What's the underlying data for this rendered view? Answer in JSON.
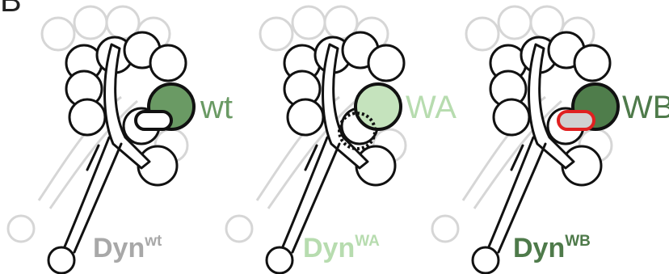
{
  "panel_label": "B",
  "panels": [
    {
      "state_label": "wt",
      "dyn_base": "Dyn",
      "dyn_sup": "wt",
      "state_color": "#6a9a64",
      "dyn_color": "#a8a8a8",
      "domain_fill": "#6a9a64",
      "domain_stroke": "#111111",
      "pill_fill": "#ffffff",
      "pill_stroke": "#111111",
      "pill_style": "solid"
    },
    {
      "state_label": "WA",
      "dyn_base": "Dyn",
      "dyn_sup": "WA",
      "state_color": "#b7dcaf",
      "dyn_color": "#b7dcaf",
      "domain_fill": "#c5e3bd",
      "domain_stroke": "#111111",
      "pill_fill": "none",
      "pill_stroke": "#111111",
      "pill_style": "dotted"
    },
    {
      "state_label": "WB",
      "dyn_base": "Dyn",
      "dyn_sup": "WB",
      "state_color": "#4e7a4a",
      "dyn_color": "#4e7a4a",
      "domain_fill": "#4f7d4b",
      "domain_stroke": "#111111",
      "pill_fill": "#d0d0d0",
      "pill_stroke": "#e02020",
      "pill_style": "solid"
    }
  ]
}
